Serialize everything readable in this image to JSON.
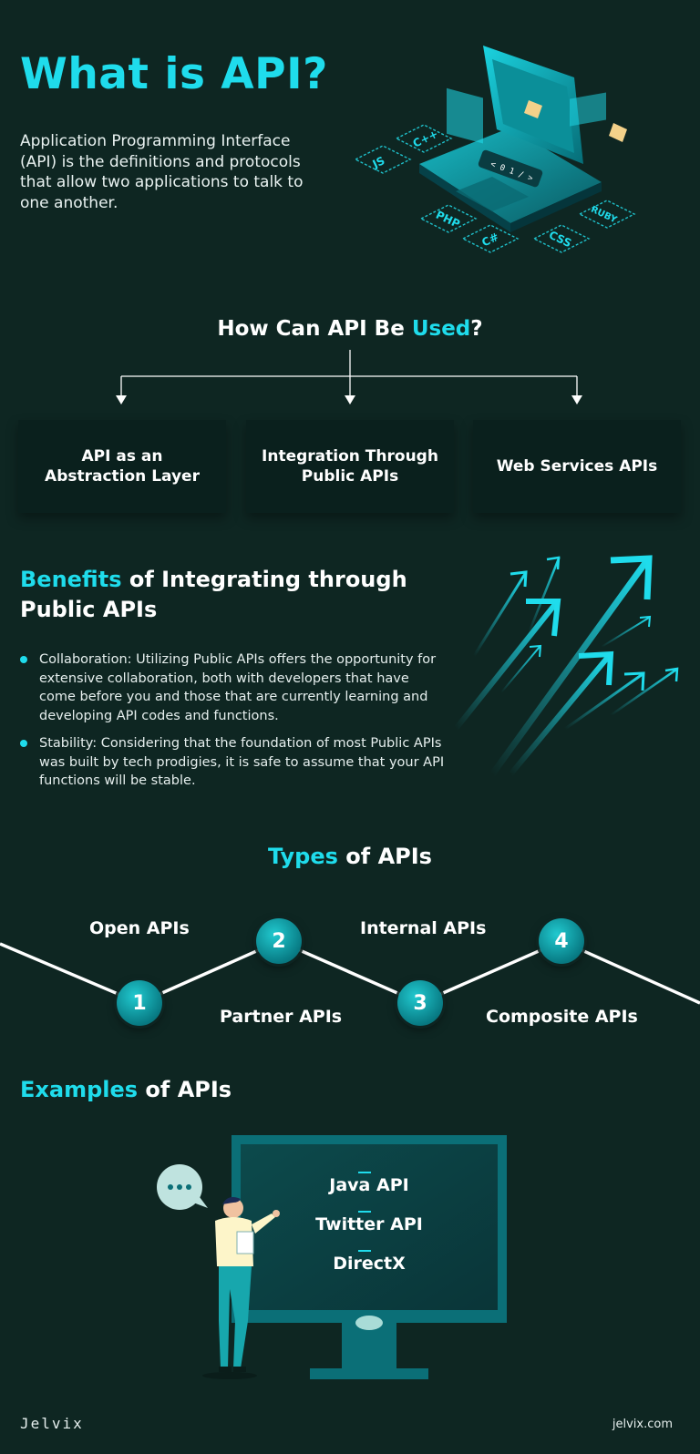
{
  "hero": {
    "title": "What is API?",
    "description": "Application Programming Interface (API) is the definitions and protocols that allow two applications to talk to one another.",
    "laptop_code": "< 0 1 / >",
    "language_tags": [
      "JS",
      "C++",
      "PHP",
      "C#",
      "CSS",
      "RUBY"
    ]
  },
  "usage": {
    "title_prefix": "How Can API Be ",
    "title_highlight": "Used",
    "title_suffix": "?",
    "items": [
      "API as an Abstraction Layer",
      "Integration Through Public APIs",
      "Web Services APIs"
    ]
  },
  "benefits": {
    "title_highlight": "Benefits",
    "title_rest": " of Integrating through Public APIs",
    "items": [
      "Collaboration: Utilizing Public APIs offers the opportunity for extensive collaboration, both with developers that have come before you and those that are currently learning and developing API codes and functions.",
      "Stability: Considering that the foundation of most Public APIs was built by tech prodigies, it is safe to assume that your API functions will be stable."
    ]
  },
  "types": {
    "title_highlight": "Types",
    "title_rest": " of APIs",
    "items": [
      {
        "number": "1",
        "label": "Open APIs"
      },
      {
        "number": "2",
        "label": "Partner APIs"
      },
      {
        "number": "3",
        "label": "Internal APIs"
      },
      {
        "number": "4",
        "label": "Composite APIs"
      }
    ]
  },
  "examples": {
    "title_highlight": "Examples",
    "title_rest": " of APIs",
    "items": [
      "Java API",
      "Twitter API",
      "DirectX"
    ]
  },
  "footer": {
    "brand": "Jelvix",
    "website": "jelvix.com"
  },
  "colors": {
    "background": "#0e2622",
    "accent": "#1fdcec",
    "card": "#0a201d"
  }
}
